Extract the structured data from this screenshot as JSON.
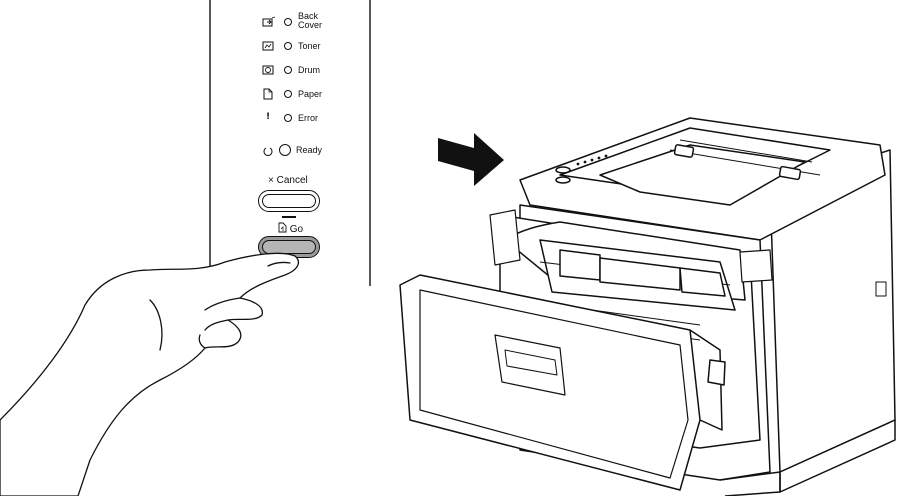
{
  "panel": {
    "indicators": [
      {
        "name": "back-cover",
        "icon": "back-cover-icon",
        "label_line1": "Back",
        "label_line2": "Cover"
      },
      {
        "name": "toner",
        "icon": "toner-icon",
        "label": "Toner"
      },
      {
        "name": "drum",
        "icon": "drum-icon",
        "label": "Drum"
      },
      {
        "name": "paper",
        "icon": "paper-icon",
        "label": "Paper"
      },
      {
        "name": "error",
        "icon": "exclamation-icon",
        "icon_glyph": "!",
        "label": "Error"
      },
      {
        "name": "ready",
        "icon": "power-icon",
        "label": "Ready"
      }
    ],
    "cancel_label": "Cancel",
    "cancel_glyph": "×",
    "go_label": "Go"
  },
  "colors": {
    "line": "#111111",
    "go_button": "#9a9a9a",
    "arrow": "#111111"
  }
}
